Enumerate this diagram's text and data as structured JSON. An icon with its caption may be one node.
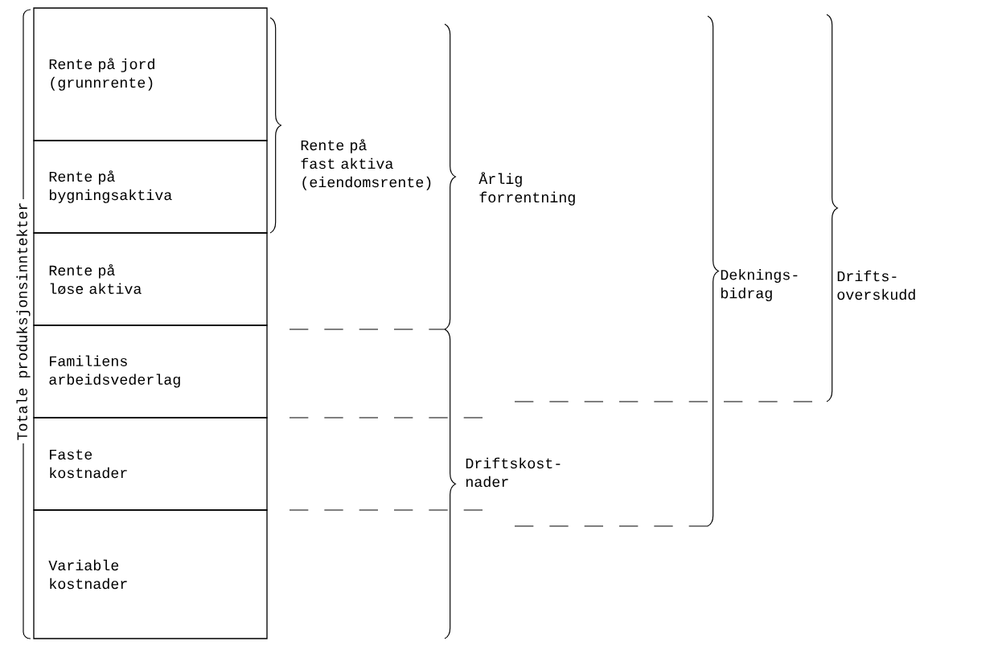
{
  "diagram": {
    "nodes": [
      {
        "text": [
          "Rente på jord (grunnrente)"
        ]
      },
      {
        "text": [
          "Rente på bygningsaktiva"
        ]
      },
      {
        "text": [
          "Rente på løse aktiva"
        ]
      },
      {
        "text": [
          "Familiens arbeidsvederlag"
        ]
      },
      {
        "text": [
          "Faste kostnader"
        ]
      },
      {
        "text": [
          "Variable kostnader"
        ]
      }
    ],
    "labels": [
      "Totale produksjonsinntekter",
      "Rente på fast aktiva (eiendomsrente)",
      "Årlig forrentning",
      "Deknings- bidrag",
      "Drifts- overskudd",
      "Driftskost- nader"
    ]
  }
}
